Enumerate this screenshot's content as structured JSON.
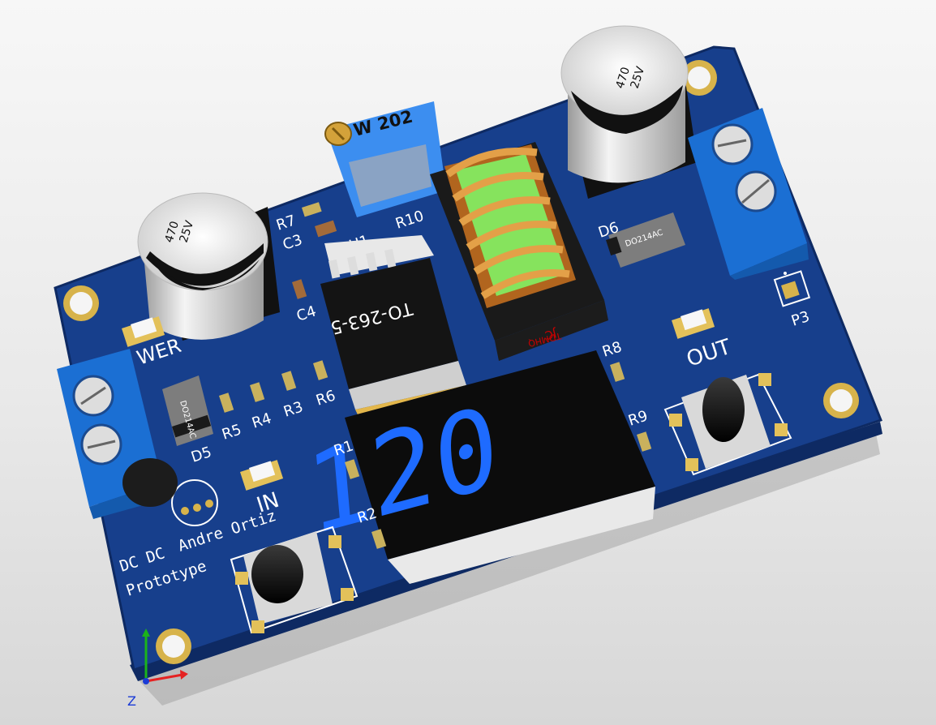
{
  "labels": {
    "display_value": "120",
    "pot_text": "W 202",
    "out": "OUT",
    "in": "IN",
    "power": "WER",
    "u1": "U1",
    "ic_package": "TO-263-5",
    "r10": "R10",
    "r7": "R7",
    "c3": "C3",
    "c4": "C4",
    "r1": "R1",
    "r2": "R2",
    "r3": "R3",
    "r4": "R4",
    "r5": "R5",
    "r6": "R6",
    "r8": "R8",
    "r9": "R9",
    "d5": "D5",
    "d6": "D6",
    "p3": "P3",
    "diode_code": "DO214AC",
    "cap_value": "470",
    "cap_voltage": "25V",
    "inductor_mark": "JC",
    "inductor_sub": "TDMHQ",
    "credit_line1": "DC DC",
    "credit_line2": "Andre Ortiz",
    "credit_line3": "Prototype",
    "axis_z": "Z"
  },
  "colors": {
    "pcb": "#173f8c",
    "pcb_edge": "#0e2a63",
    "terminal": "#1b6fd3",
    "display_digits": "#1e6bff",
    "inductor_core": "#86e35d",
    "copper": "#c97a24",
    "gold": "#e5c05a"
  }
}
